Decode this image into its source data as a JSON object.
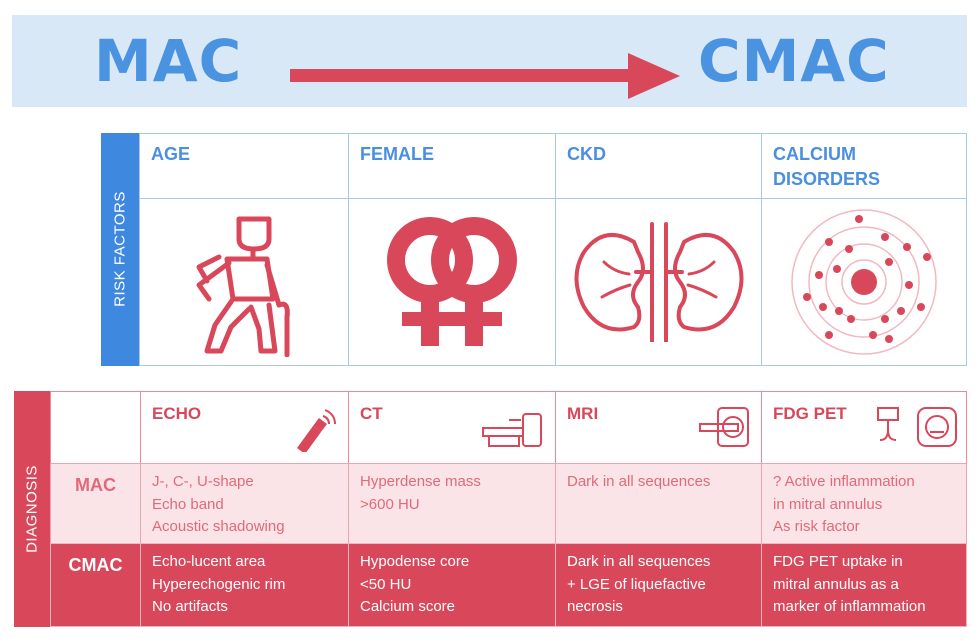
{
  "header": {
    "left": "MAC",
    "right": "CMAC"
  },
  "risk_factors": {
    "side_label": "RISK FACTORS",
    "items": [
      {
        "label": "AGE",
        "icon": "elderly-person-with-cane-icon"
      },
      {
        "label": "FEMALE",
        "icon": "double-female-symbol-icon"
      },
      {
        "label": "CKD",
        "icon": "kidneys-icon"
      },
      {
        "label": "CALCIUM DISORDERS",
        "label_lines": [
          "CALCIUM",
          "DISORDERS"
        ],
        "icon": "calcium-deposits-icon"
      }
    ]
  },
  "diagnosis": {
    "side_label": "DIAGNOSIS",
    "columns": [
      {
        "label": "ECHO",
        "icon": "ultrasound-probe-icon"
      },
      {
        "label": "CT",
        "icon": "ct-scanner-icon"
      },
      {
        "label": "MRI",
        "icon": "mri-scanner-icon"
      },
      {
        "label": "FDG PET",
        "icon": "pet-scanner-icon"
      }
    ],
    "rows": [
      {
        "label": "MAC",
        "cells": [
          [
            "J-, C-, U-shape",
            "Echo band",
            "Acoustic shadowing"
          ],
          [
            "Hyperdense mass",
            ">600 HU"
          ],
          [
            "Dark in all sequences"
          ],
          [
            "? Active inflammation",
            "in mitral annulus",
            "As risk factor"
          ]
        ]
      },
      {
        "label": "CMAC",
        "cells": [
          [
            "Echo-lucent area",
            "Hyperechogenic rim",
            "No artifacts"
          ],
          [
            "Hypodense core",
            "<50 HU",
            "Calcium score"
          ],
          [
            "Dark in all sequences",
            "+ LGE of liquefactive",
            "necrosis"
          ],
          [
            "FDG PET uptake in",
            "mitral annulus as a",
            "marker of inflammation"
          ]
        ]
      }
    ]
  },
  "colors": {
    "blue": "#4a93e0",
    "red": "#d9475a",
    "light_blue": "#d9e8f7",
    "light_red": "#fbe4e7"
  }
}
